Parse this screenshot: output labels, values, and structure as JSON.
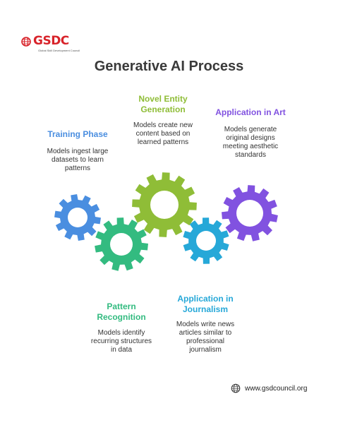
{
  "brand": {
    "name": "GSDC",
    "tagline": "Global Skill Development Council"
  },
  "title": "Generative AI Process",
  "stages": [
    {
      "heading": "Training Phase",
      "desc": [
        "Models ingest large",
        "datasets to learn",
        "patterns"
      ],
      "color": "#4a8ee0"
    },
    {
      "heading": "Pattern Recognition",
      "headingLines": [
        "Pattern",
        "Recognition"
      ],
      "desc": [
        "Models identify",
        "recurring structures",
        "in data"
      ],
      "color": "#33bb80"
    },
    {
      "heading": "Novel Entity Generation",
      "headingLines": [
        "Novel Entity",
        "Generation"
      ],
      "desc": [
        "Models create new",
        "content based on",
        "learned patterns"
      ],
      "color": "#8fbd37"
    },
    {
      "heading": "Application in Journalism",
      "headingLines": [
        "Application in",
        "Journalism"
      ],
      "desc": [
        "Models write news",
        "articles similar to",
        "professional",
        "journalism"
      ],
      "color": "#26a8d8"
    },
    {
      "heading": "Application in Art",
      "desc": [
        "Models generate",
        "original designs",
        "meeting aesthetic",
        "standards"
      ],
      "color": "#8152e0"
    }
  ],
  "footer": {
    "url": "www.gsdcouncil.org",
    "icon": "globe-icon"
  }
}
